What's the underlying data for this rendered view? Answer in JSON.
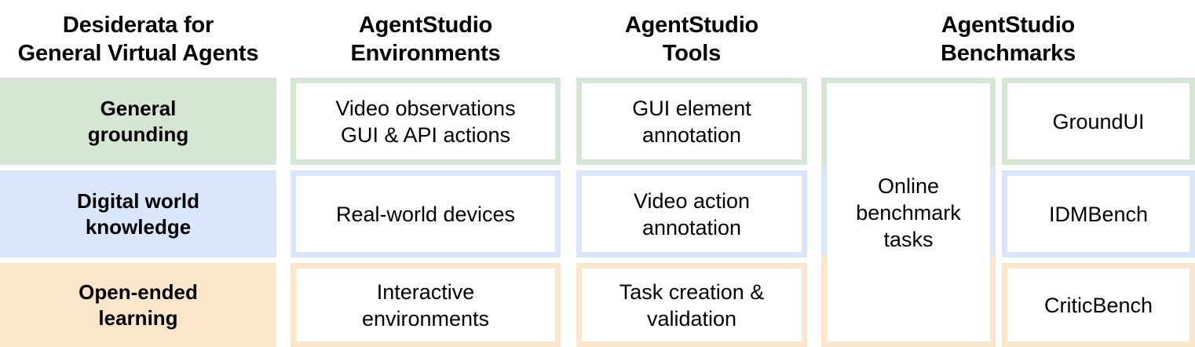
{
  "figure": {
    "title": "AgentStudio desiderata and components matrix",
    "columns": [
      {
        "id": "desiderata",
        "heading_lines": [
          "Desiderata for",
          "General Virtual Agents"
        ]
      },
      {
        "id": "environments",
        "heading_lines": [
          "AgentStudio",
          "Environments"
        ]
      },
      {
        "id": "tools",
        "heading_lines": [
          "AgentStudio",
          "Tools"
        ]
      },
      {
        "id": "benchmarks",
        "heading_lines": [
          "AgentStudio",
          "Benchmarks"
        ]
      }
    ],
    "colors": {
      "green_fill": "#D6E6D4",
      "blue_fill": "#DAE6FB",
      "orange_fill": "#FCE6CB",
      "green_border": "#D6E6D4",
      "blue_border": "#DAE6FB",
      "orange_border": "#FCE6CB",
      "text": "#000000",
      "background": "#FFFFFF"
    },
    "rows": [
      {
        "id": "general-grounding",
        "accent": "green",
        "desiderata_lines": [
          "General",
          "grounding"
        ],
        "environment_lines": [
          "Video observations",
          "GUI & API actions"
        ],
        "tool_lines": [
          "GUI element",
          "annotation"
        ],
        "benchmark_lines": [
          "GroundUI"
        ]
      },
      {
        "id": "digital-world-knowledge",
        "accent": "blue",
        "desiderata_lines": [
          "Digital world",
          "knowledge"
        ],
        "environment_lines": [
          "Real-world devices"
        ],
        "tool_lines": [
          "Video action",
          "annotation"
        ],
        "benchmark_lines": [
          "IDMBench"
        ]
      },
      {
        "id": "open-ended-learning",
        "accent": "orange",
        "desiderata_lines": [
          "Open-ended",
          "learning"
        ],
        "environment_lines": [
          "Interactive",
          "environments"
        ],
        "tool_lines": [
          "Task creation &",
          "validation"
        ],
        "benchmark_lines": [
          "CriticBench"
        ]
      }
    ],
    "spanning_cell": {
      "id": "online-benchmark-tasks",
      "lines": [
        "Online",
        "benchmark",
        "tasks"
      ]
    }
  }
}
